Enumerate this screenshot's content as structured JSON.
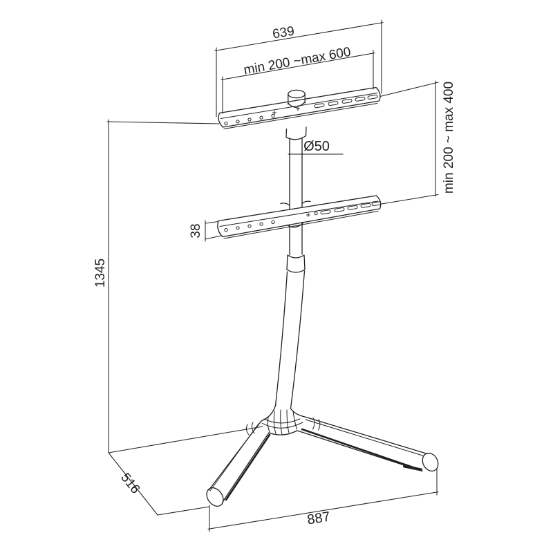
{
  "app": {
    "background": "#ffffff",
    "line_color": "#231f20"
  },
  "diagram": {
    "labels": {
      "top_width": "639",
      "vesa_width": "min 200 ~max 600",
      "vesa_height": "min 200 ~ max 400",
      "pole_diameter": "Ø50",
      "bracket_height": "38",
      "overall_height": "1345",
      "base_depth": "516",
      "base_width": "887"
    }
  }
}
